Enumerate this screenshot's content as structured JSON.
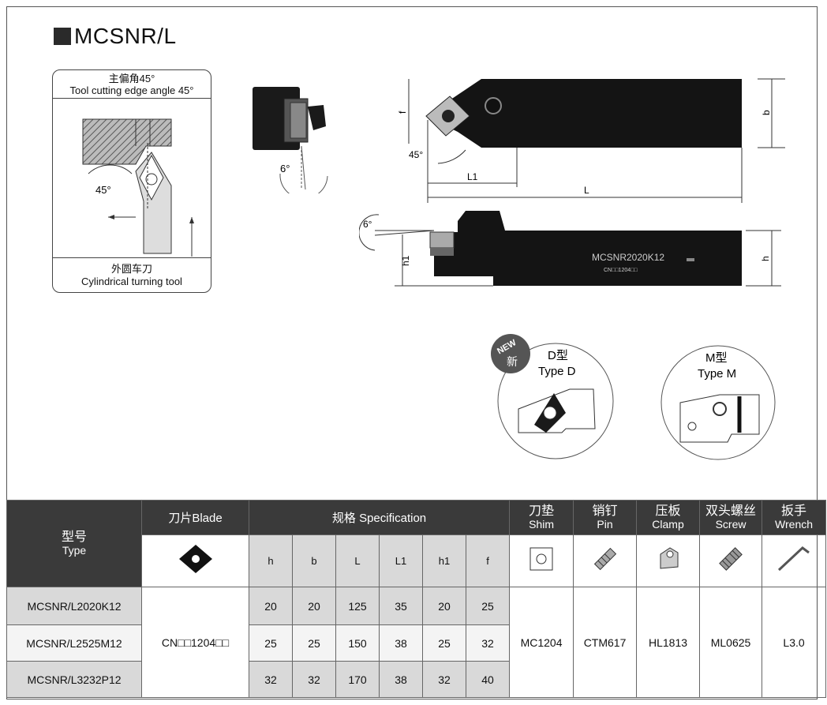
{
  "title": "MCSNR/L",
  "angle_box": {
    "title_zh": "主偏角45°",
    "title_en": "Tool cutting edge angle 45°",
    "angle_label": "45°",
    "foot_zh": "外圆车刀",
    "foot_en": "Cylindrical turning tool"
  },
  "side_view_angle": "6°",
  "top_view": {
    "f_label": "f",
    "angle_label": "45°",
    "l1_label": "L1",
    "l_label": "L",
    "b_label": "b"
  },
  "front_view": {
    "angle_label": "6°",
    "h1_label": "h1",
    "h_label": "h",
    "engraving": "MCSNR2020K12",
    "engraving_small": "CN□□1204□□"
  },
  "type_d": {
    "badge": "NEW",
    "badge_zh": "新",
    "zh": "D型",
    "en": "Type D"
  },
  "type_m": {
    "zh": "M型",
    "en": "Type M"
  },
  "table": {
    "type_zh": "型号",
    "type_en": "Type",
    "blade_label": "刀片Blade",
    "spec_label": "规格 Specification",
    "shim_zh": "刀垫",
    "shim_en": "Shim",
    "pin_zh": "销钉",
    "pin_en": "Pin",
    "clamp_zh": "压板",
    "clamp_en": "Clamp",
    "screw_zh": "双头螺丝",
    "screw_en": "Screw",
    "wrench_zh": "扳手",
    "wrench_en": "Wrench",
    "spec_cols": [
      "h",
      "b",
      "L",
      "L1",
      "h1",
      "f"
    ],
    "rows": [
      {
        "type": "MCSNR/L2020K12",
        "values": [
          "20",
          "20",
          "125",
          "35",
          "20",
          "25"
        ]
      },
      {
        "type": "MCSNR/L2525M12",
        "values": [
          "25",
          "25",
          "150",
          "38",
          "25",
          "32"
        ]
      },
      {
        "type": "MCSNR/L3232P12",
        "values": [
          "32",
          "32",
          "170",
          "38",
          "32",
          "40"
        ]
      }
    ],
    "blade": "CN□□1204□□",
    "shim": "MC1204",
    "pin": "CTM617",
    "clamp": "HL1813",
    "screw": "ML0625",
    "wrench": "L3.0"
  }
}
